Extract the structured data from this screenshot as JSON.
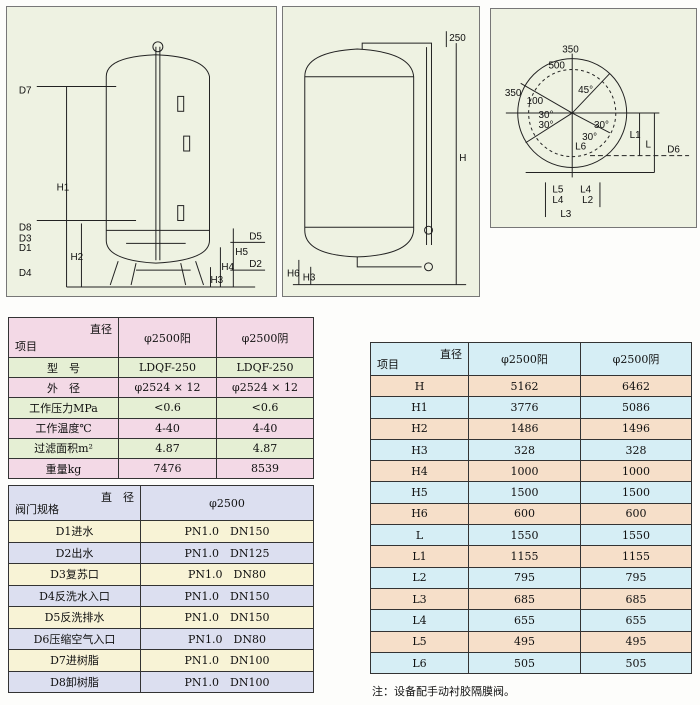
{
  "drawing_front": {
    "labels": [
      "D7",
      "D8",
      "D3",
      "D1",
      "D4",
      "H1",
      "H2",
      "D5",
      "D2",
      "H5",
      "H4",
      "H3"
    ]
  },
  "drawing_side": {
    "labels": [
      "250",
      "H",
      "H6",
      "H3"
    ]
  },
  "drawing_top": {
    "labels": [
      "350",
      "45°",
      "30°",
      "30°",
      "30°",
      "30°",
      "L1",
      "L",
      "D6",
      "L6",
      "L5",
      "L4",
      "L4",
      "L2",
      "L3",
      "350",
      "100",
      "500"
    ]
  },
  "spec_table": {
    "corner_top": "直径",
    "corner_bottom": "项目",
    "columns": [
      "φ2500阳",
      "φ2500阴"
    ],
    "rows": [
      {
        "label": "型　号",
        "values": [
          "LDQF-250",
          "LDQF-250"
        ]
      },
      {
        "label": "外　径",
        "values": [
          "φ2524 × 12",
          "φ2524 × 12"
        ]
      },
      {
        "label": "工作压力MPa",
        "values": [
          "<0.6",
          "<0.6"
        ]
      },
      {
        "label": "工作温度℃",
        "values": [
          "4-40",
          "4-40"
        ]
      },
      {
        "label": "过滤面积m²",
        "values": [
          "4.87",
          "4.87"
        ]
      },
      {
        "label": "重量kg",
        "values": [
          "7476",
          "8539"
        ]
      }
    ]
  },
  "valve_table": {
    "corner_top": "直　径",
    "corner_bottom": "阀门规格",
    "column": "φ2500",
    "rows": [
      {
        "label": "D1进水",
        "value": "PN1.0　DN150"
      },
      {
        "label": "D2出水",
        "value": "PN1.0　DN125"
      },
      {
        "label": "D3复苏口",
        "value": "PN1.0　DN80"
      },
      {
        "label": "D4反洗水入口",
        "value": "PN1.0　DN150"
      },
      {
        "label": "D5反洗排水",
        "value": "PN1.0　DN150"
      },
      {
        "label": "D6压缩空气入口",
        "value": "PN1.0　DN80"
      },
      {
        "label": "D7进树脂",
        "value": "PN1.0　DN100"
      },
      {
        "label": "D8卸树脂",
        "value": "PN1.0　DN100"
      }
    ]
  },
  "dim_table": {
    "corner_top": "直径",
    "corner_bottom": "项目",
    "columns": [
      "φ2500阳",
      "φ2500阴"
    ],
    "rows": [
      {
        "label": "H",
        "values": [
          "5162",
          "6462"
        ]
      },
      {
        "label": "H1",
        "values": [
          "3776",
          "5086"
        ]
      },
      {
        "label": "H2",
        "values": [
          "1486",
          "1496"
        ]
      },
      {
        "label": "H3",
        "values": [
          "328",
          "328"
        ]
      },
      {
        "label": "H4",
        "values": [
          "1000",
          "1000"
        ]
      },
      {
        "label": "H5",
        "values": [
          "1500",
          "1500"
        ]
      },
      {
        "label": "H6",
        "values": [
          "600",
          "600"
        ]
      },
      {
        "label": "L",
        "values": [
          "1550",
          "1550"
        ]
      },
      {
        "label": "L1",
        "values": [
          "1155",
          "1155"
        ]
      },
      {
        "label": "L2",
        "values": [
          "795",
          "795"
        ]
      },
      {
        "label": "L3",
        "values": [
          "685",
          "685"
        ]
      },
      {
        "label": "L4",
        "values": [
          "655",
          "655"
        ]
      },
      {
        "label": "L5",
        "values": [
          "495",
          "495"
        ]
      },
      {
        "label": "L6",
        "values": [
          "505",
          "505"
        ]
      }
    ]
  },
  "note": "注：设备配手动衬胶隔膜阀。"
}
